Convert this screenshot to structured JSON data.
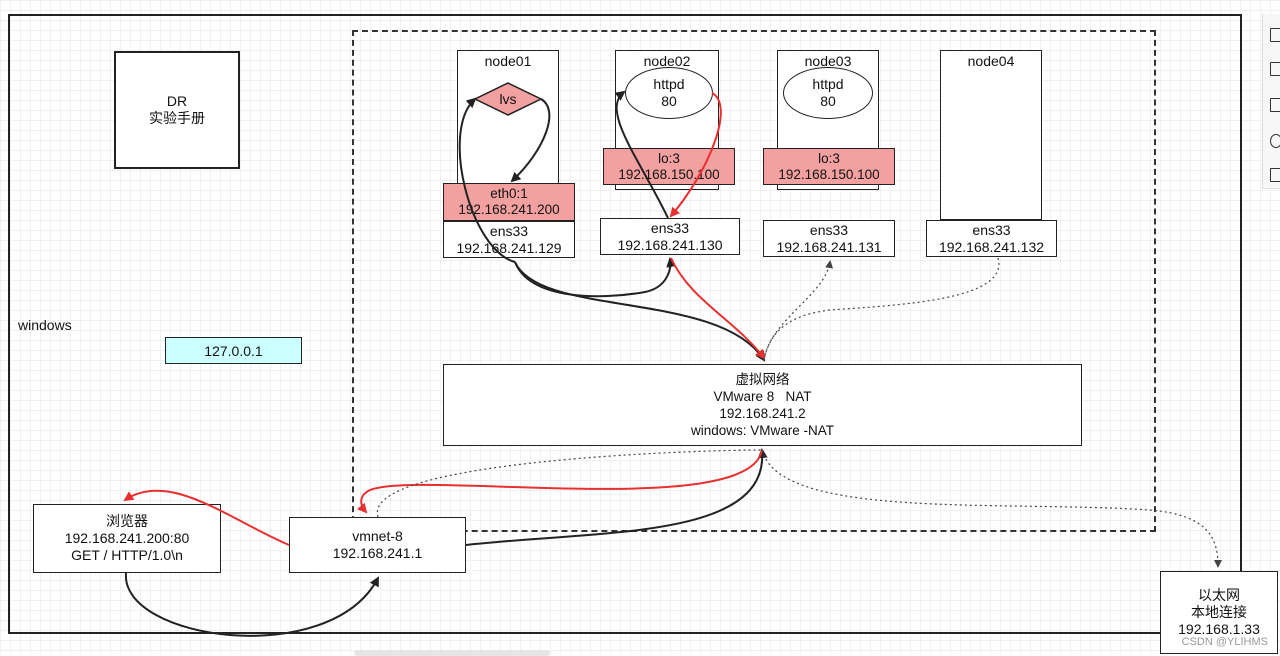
{
  "labels": {
    "windows": "windows",
    "dr_manual": [
      "DR",
      "实验手册"
    ],
    "localhost": "127.0.0.1"
  },
  "nodes": [
    {
      "title": "node01"
    },
    {
      "title": "node02"
    },
    {
      "title": "node03"
    },
    {
      "title": "node04"
    }
  ],
  "lvs": {
    "label": "lvs"
  },
  "httpd": [
    {
      "name": "httpd",
      "port": "80"
    },
    {
      "name": "httpd",
      "port": "80"
    }
  ],
  "eth0": {
    "name": "eth0:1",
    "ip": "192.168.241.200"
  },
  "loopbacks": [
    {
      "name": "lo:3",
      "ip": "192.168.150.100"
    },
    {
      "name": "lo:3",
      "ip": "192.168.150.100"
    }
  ],
  "ens": [
    {
      "name": "ens33",
      "ip": "192.168.241.129"
    },
    {
      "name": "ens33",
      "ip": "192.168.241.130"
    },
    {
      "name": "ens33",
      "ip": "192.168.241.131"
    },
    {
      "name": "ens33",
      "ip": "192.168.241.132"
    }
  ],
  "virtual_network": {
    "lines": [
      "虚拟网络",
      "VMware 8   NAT",
      "192.168.241.2",
      "windows: VMware -NAT"
    ]
  },
  "browser": {
    "lines": [
      "浏览器",
      "192.168.241.200:80",
      "GET / HTTP/1.0\\n"
    ]
  },
  "vmnet": {
    "lines": [
      "vmnet-8",
      "192.168.241.1"
    ]
  },
  "ethernet": {
    "lines": [
      "以太网",
      "本地连接",
      "192.168.1.33"
    ]
  },
  "watermark": "CSDN @YLIHMS",
  "colors": {
    "pink": "#f2a0a0",
    "cyan": "#ccffff",
    "red_arrow": "#e8302f",
    "dark_arrow": "#222222"
  }
}
